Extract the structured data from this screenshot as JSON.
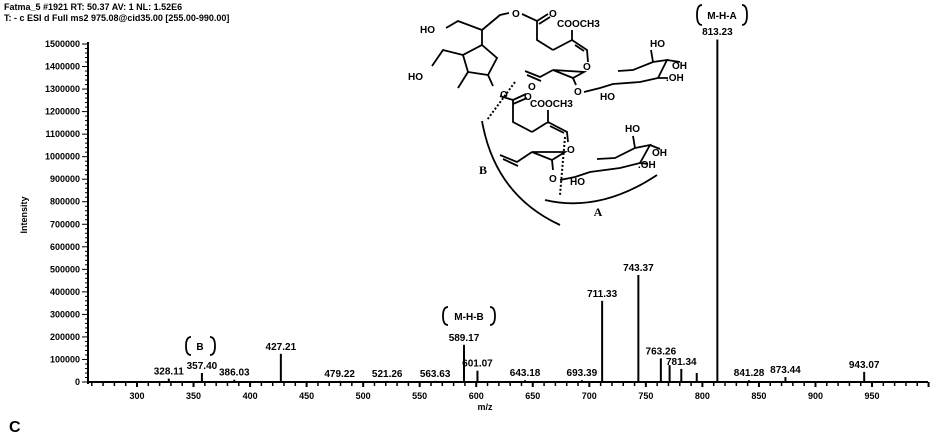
{
  "header": {
    "line1": "Fatma_5 #1921  RT: 50.37  AV: 1  NL: 1.52E6",
    "line2": "T: - c ESI d Full ms2 975.08@cid35.00 [255.00-990.00]"
  },
  "panel_label": "C",
  "chart_data": {
    "type": "bar",
    "title": "",
    "xlabel": "m/z",
    "ylabel": "Intensity",
    "xlim": [
      258,
      1000
    ],
    "ylim": [
      0,
      1500000
    ],
    "xticks": [
      300,
      350,
      400,
      450,
      500,
      550,
      600,
      650,
      700,
      750,
      800,
      850,
      900,
      950
    ],
    "yticks": [
      0,
      100000,
      200000,
      300000,
      400000,
      500000,
      600000,
      700000,
      800000,
      900000,
      1000000,
      1100000,
      1200000,
      1300000,
      1400000,
      1500000
    ],
    "grid": false,
    "peaks": [
      {
        "mz": 328.11,
        "intensity": 15000,
        "label": "328.11"
      },
      {
        "mz": 357.4,
        "intensity": 40000,
        "label": "357.40"
      },
      {
        "mz": 386.03,
        "intensity": 10000,
        "label": "386.03"
      },
      {
        "mz": 427.21,
        "intensity": 125000,
        "label": "427.21"
      },
      {
        "mz": 479.22,
        "intensity": 5000,
        "label": "479.22"
      },
      {
        "mz": 521.26,
        "intensity": 5000,
        "label": "521.26"
      },
      {
        "mz": 563.63,
        "intensity": 5000,
        "label": "563.63"
      },
      {
        "mz": 589.17,
        "intensity": 165000,
        "label": "589.17"
      },
      {
        "mz": 601.07,
        "intensity": 50000,
        "label": "601.07"
      },
      {
        "mz": 643.18,
        "intensity": 8000,
        "label": "643.18"
      },
      {
        "mz": 693.39,
        "intensity": 8000,
        "label": "693.39"
      },
      {
        "mz": 711.33,
        "intensity": 360000,
        "label": "711.33"
      },
      {
        "mz": 743.37,
        "intensity": 475000,
        "label": "743.37"
      },
      {
        "mz": 763.26,
        "intensity": 105000,
        "label": "763.26"
      },
      {
        "mz": 771.0,
        "intensity": 75000,
        "label": ""
      },
      {
        "mz": 781.34,
        "intensity": 58000,
        "label": "781.34"
      },
      {
        "mz": 795.0,
        "intensity": 40000,
        "label": ""
      },
      {
        "mz": 813.23,
        "intensity": 1520000,
        "label": "813.23"
      },
      {
        "mz": 841.28,
        "intensity": 8000,
        "label": "841.28"
      },
      {
        "mz": 873.44,
        "intensity": 22000,
        "label": "873.44"
      },
      {
        "mz": 943.07,
        "intensity": 45000,
        "label": "943.07"
      }
    ],
    "annotations": [
      {
        "text": "M-H-A",
        "mz": 813.23
      },
      {
        "text": "M-H-B",
        "mz": 589.17
      },
      {
        "text": "B",
        "mz": 357.4
      }
    ]
  },
  "structure": {
    "labels": [
      "HO",
      "HO",
      "O",
      "O",
      "COOCH3",
      "O",
      "O",
      "O",
      "HO",
      "OH",
      ".OH",
      "HO",
      "O",
      "O",
      "COOCH3",
      "O",
      "O",
      "HO",
      "OH",
      ".OH",
      "HO"
    ],
    "fragments": [
      "A",
      "B"
    ]
  }
}
